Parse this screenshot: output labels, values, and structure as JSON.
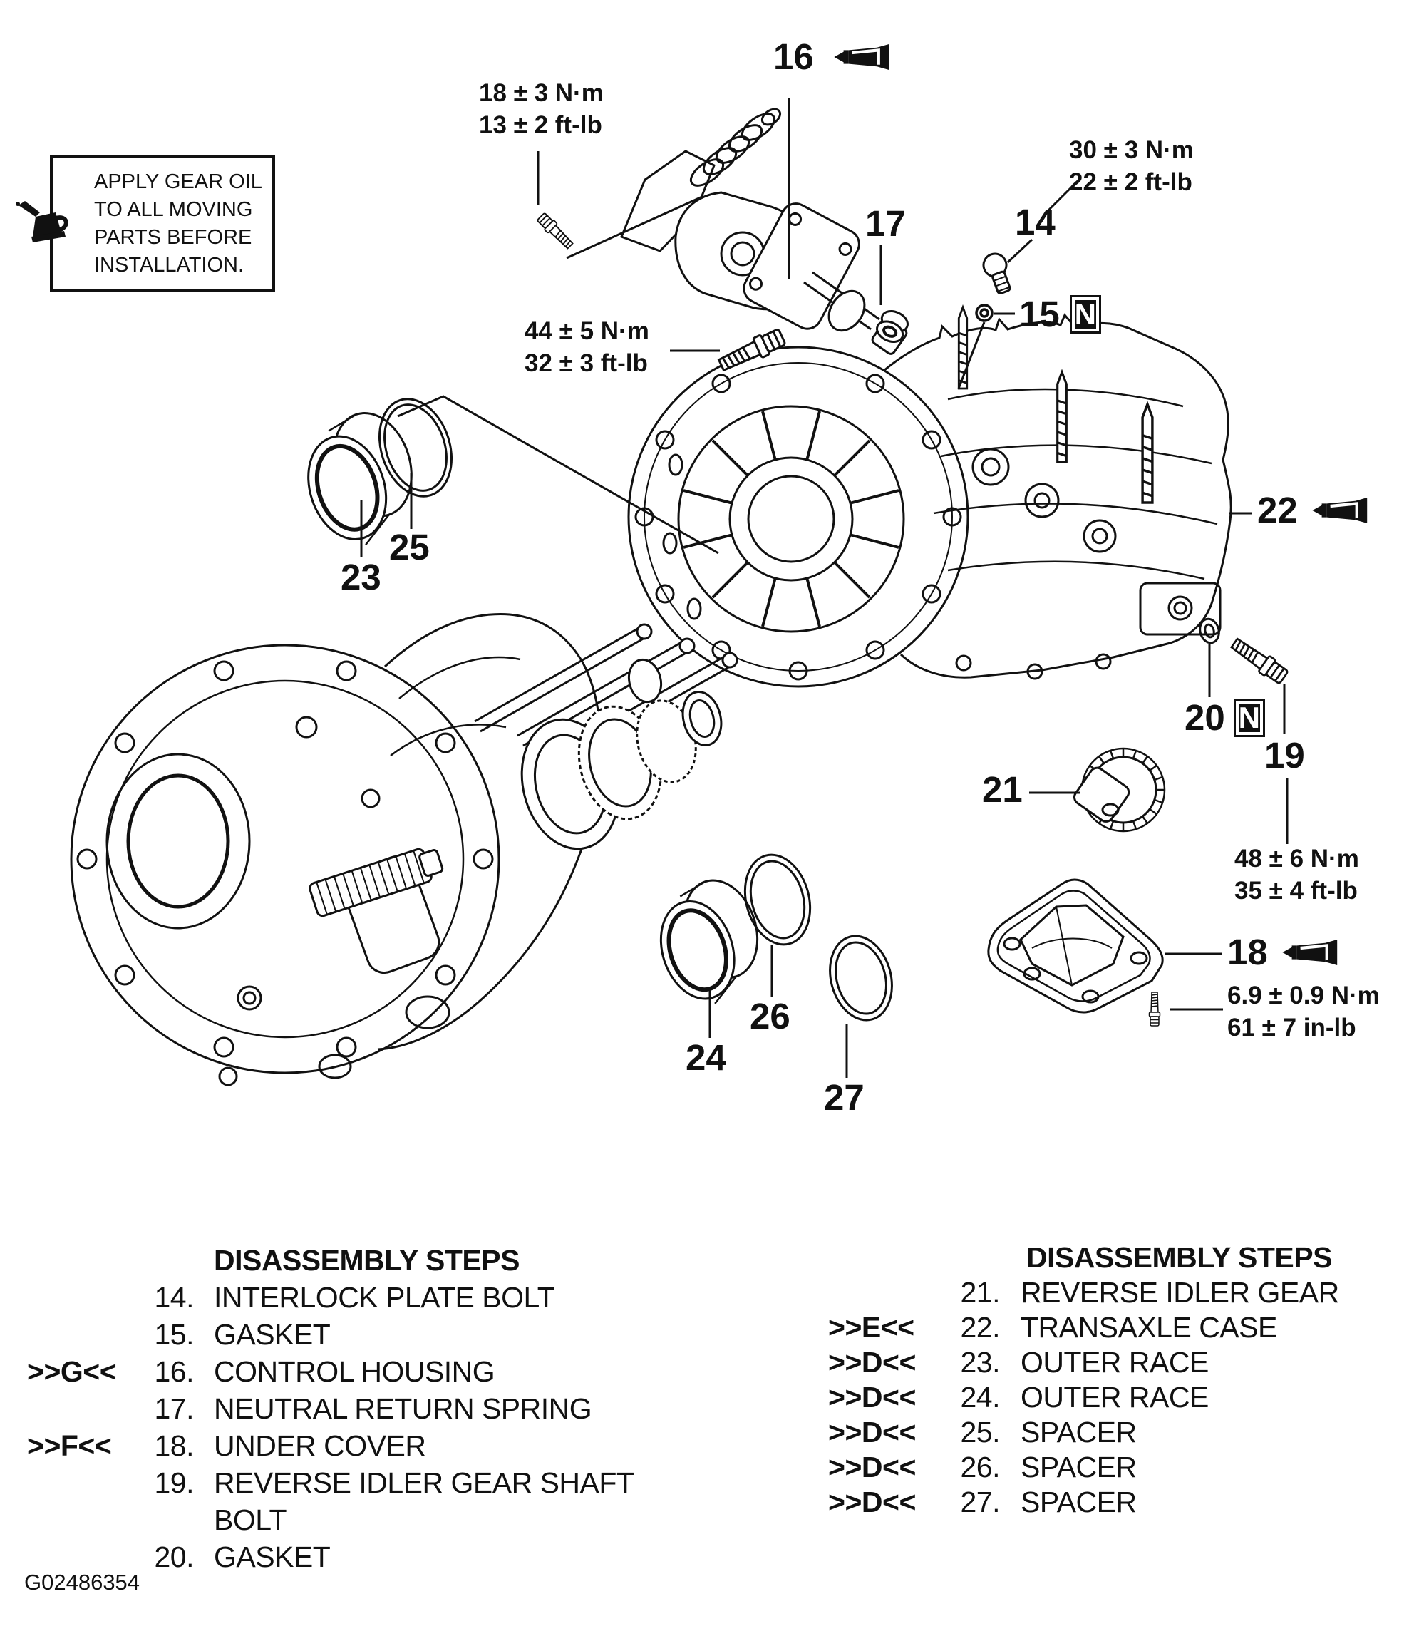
{
  "page": {
    "background": "#ffffff",
    "ink": "#111111",
    "figure_code": "G02486354"
  },
  "note_box": {
    "lines": [
      "APPLY GEAR OIL",
      "TO ALL MOVING",
      "PARTS BEFORE",
      "INSTALLATION."
    ]
  },
  "icons": {
    "n_label": "N"
  },
  "torque_notes": [
    {
      "line1": "18 ± 3 N·m",
      "line2": "13 ± 2 ft-lb"
    },
    {
      "line1": "30 ± 3 N·m",
      "line2": "22 ± 2 ft-lb"
    },
    {
      "line1": "44 ± 5 N·m",
      "line2": "32 ± 3 ft-lb"
    },
    {
      "line1": "48 ± 6 N·m",
      "line2": "35 ± 4 ft-lb"
    },
    {
      "line1": "6.9 ± 0.9 N·m",
      "line2": "61 ± 7 in-lb"
    }
  ],
  "part_labels": {
    "p14": "14",
    "p15": "15",
    "p16": "16",
    "p17": "17",
    "p18": "18",
    "p19": "19",
    "p20": "20",
    "p21": "21",
    "p22": "22",
    "p23": "23",
    "p24": "24",
    "p25": "25",
    "p26": "26",
    "p27": "27"
  },
  "left_list": {
    "header": "DISASSEMBLY STEPS",
    "items": [
      {
        "marker": "",
        "num": "14.",
        "label": "INTERLOCK PLATE BOLT"
      },
      {
        "marker": "",
        "num": "15.",
        "label": "GASKET"
      },
      {
        "marker": ">>G<<",
        "num": "16.",
        "label": "CONTROL HOUSING"
      },
      {
        "marker": "",
        "num": "17.",
        "label": "NEUTRAL RETURN SPRING"
      },
      {
        "marker": ">>F<<",
        "num": "18.",
        "label": "UNDER COVER"
      },
      {
        "marker": "",
        "num": "19.",
        "label": "REVERSE IDLER GEAR SHAFT BOLT"
      },
      {
        "marker": "",
        "num": "20.",
        "label": "GASKET"
      }
    ]
  },
  "right_list": {
    "header": "DISASSEMBLY STEPS",
    "items": [
      {
        "marker": "",
        "num": "21.",
        "label": "REVERSE IDLER GEAR"
      },
      {
        "marker": ">>E<<",
        "num": "22.",
        "label": "TRANSAXLE CASE"
      },
      {
        "marker": ">>D<<",
        "num": "23.",
        "label": "OUTER RACE"
      },
      {
        "marker": ">>D<<",
        "num": "24.",
        "label": "OUTER RACE"
      },
      {
        "marker": ">>D<<",
        "num": "25.",
        "label": "SPACER"
      },
      {
        "marker": ">>D<<",
        "num": "26.",
        "label": "SPACER"
      },
      {
        "marker": ">>D<<",
        "num": "27.",
        "label": "SPACER"
      }
    ]
  }
}
